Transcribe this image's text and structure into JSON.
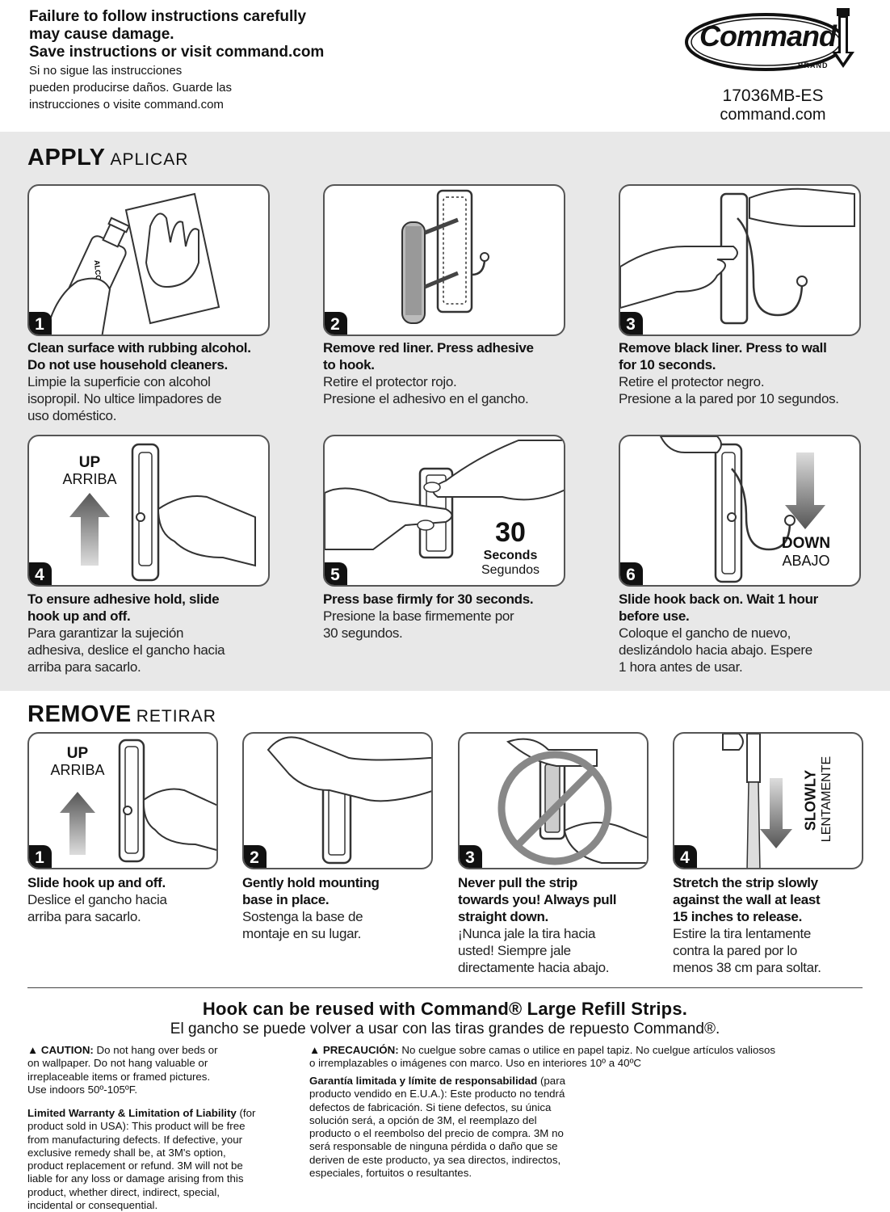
{
  "header": {
    "warning_en_1": "Failure to follow instructions carefully",
    "warning_en_2": "may cause damage.",
    "warning_en_3": "Save instructions or visit command.com",
    "warning_es_1": "Si no sigue las instrucciones",
    "warning_es_2": "pueden producirse daños. Guarde las",
    "warning_es_3": "instrucciones o visite command.com",
    "logo_text": "Command",
    "logo_brand": "BRAND",
    "model": "17036MB-ES",
    "site": "command.com"
  },
  "apply": {
    "title": "APPLY",
    "title_es": "APLICAR",
    "steps": [
      {
        "num": "1",
        "en_1": "Clean surface with rubbing alcohol.",
        "en_2": "Do not use household cleaners.",
        "es_1": "Limpie la superficie con alcohol",
        "es_2": "isopropil. No ultice limpadores de",
        "es_3": "uso doméstico.",
        "label": "ALCOHOL"
      },
      {
        "num": "2",
        "en_1": "Remove red liner. Press adhesive",
        "en_2": "to hook.",
        "es_1": "Retire el protector rojo.",
        "es_2": "Presione el adhesivo en el gancho.",
        "es_3": ""
      },
      {
        "num": "3",
        "en_1": "Remove black liner. Press to wall",
        "en_2": "for 10 seconds.",
        "es_1": "Retire el protector negro.",
        "es_2": "Presione a la pared por 10 segundos.",
        "es_3": ""
      },
      {
        "num": "4",
        "en_1": "To ensure adhesive hold, slide",
        "en_2": "hook up and off.",
        "es_1": "Para garantizar la sujeción",
        "es_2": "adhesiva, deslice el gancho hacia",
        "es_3": "arriba para sacarlo.",
        "up": "UP",
        "up_es": "ARRIBA"
      },
      {
        "num": "5",
        "en_1": "Press base firmly for 30 seconds.",
        "en_2": "",
        "es_1": "Presione la base firmemente por",
        "es_2": "30 segundos.",
        "es_3": "",
        "seconds_num": "30",
        "seconds": "Seconds",
        "seconds_es": "Segundos"
      },
      {
        "num": "6",
        "en_1": "Slide hook back on. Wait 1 hour",
        "en_2": "before use.",
        "es_1": "Coloque el gancho de nuevo,",
        "es_2": "deslizándolo hacia abajo. Espere",
        "es_3": "1 hora antes de usar.",
        "down": "DOWN",
        "down_es": "ABAJO"
      }
    ]
  },
  "remove": {
    "title": "REMOVE",
    "title_es": "RETIRAR",
    "steps": [
      {
        "num": "1",
        "en_1": "Slide hook up and off.",
        "en_2": "",
        "en_3": "",
        "es_1": "Deslice el gancho hacia",
        "es_2": "arriba para sacarlo.",
        "es_3": "",
        "up": "UP",
        "up_es": "ARRIBA"
      },
      {
        "num": "2",
        "en_1": "Gently hold mounting",
        "en_2": "base in place.",
        "en_3": "",
        "es_1": "Sostenga la base de",
        "es_2": "montaje en su lugar.",
        "es_3": ""
      },
      {
        "num": "3",
        "en_1": "Never pull the strip",
        "en_2": "towards you! Always pull",
        "en_3": "straight down.",
        "es_1": "¡Nunca jale la tira hacia",
        "es_2": "usted! Siempre jale",
        "es_3": "directamente hacia abajo."
      },
      {
        "num": "4",
        "en_1": "Stretch the strip slowly",
        "en_2": "against the wall at least",
        "en_3": "15 inches to release.",
        "es_1": "Estire la tira lentamente",
        "es_2": "contra la pared por lo",
        "es_3": "menos 38 cm para soltar.",
        "slowly": "SLOWLY",
        "slowly_es": "LENTAMENTE"
      }
    ]
  },
  "footer": {
    "reuse_en": "Hook can be reused with Command® Large Refill Strips.",
    "reuse_es": "El gancho se puede volver a usar con las tiras grandes de repuesto Command®.",
    "caution_label": "▲ CAUTION:",
    "caution_1": " Do not hang over beds or",
    "caution_2": "on wallpaper. Do not hang valuable or",
    "caution_3": "irreplaceable items or framed pictures.",
    "caution_4": "Use indoors 50º-105ºF.",
    "warranty_label": "Limited Warranty & Limitation of Liability",
    "warranty_1": " (for",
    "warranty_2": "product sold in USA): This product will be free",
    "warranty_3": "from manufacturing defects. If defective, your",
    "warranty_4": "exclusive remedy shall be, at 3M's option,",
    "warranty_5": "product replacement or refund. 3M will not be",
    "warranty_6": "liable for any loss or damage arising from this",
    "warranty_7": "product, whether direct, indirect, special,",
    "warranty_8": "incidental or consequential.",
    "precaucion_label": "▲ PRECAUCIÓN:",
    "precaucion_1": " No cuelgue sobre camas o utilice en papel tapiz. No cuelgue artículos valiosos",
    "precaucion_2": "o irremplazables o imágenes con marco. Uso en interiores 10º a 40ºC",
    "garantia_label": "Garantía limitada y límite de responsabilidad",
    "garantia_1": " (para",
    "garantia_2": "producto vendido en E.U.A.): Este producto no tendrá",
    "garantia_3": "defectos de fabricación. Si tiene defectos, su única",
    "garantia_4": "solución será, a opción de 3M, el reemplazo del",
    "garantia_5": "producto o el reembolso del precio de compra. 3M no",
    "garantia_6": "será responsable de ninguna pérdida o daño que se",
    "garantia_7": "deriven de este producto, ya sea directos, indirectos,",
    "garantia_8": "especiales, fortuitos o resultantes."
  }
}
